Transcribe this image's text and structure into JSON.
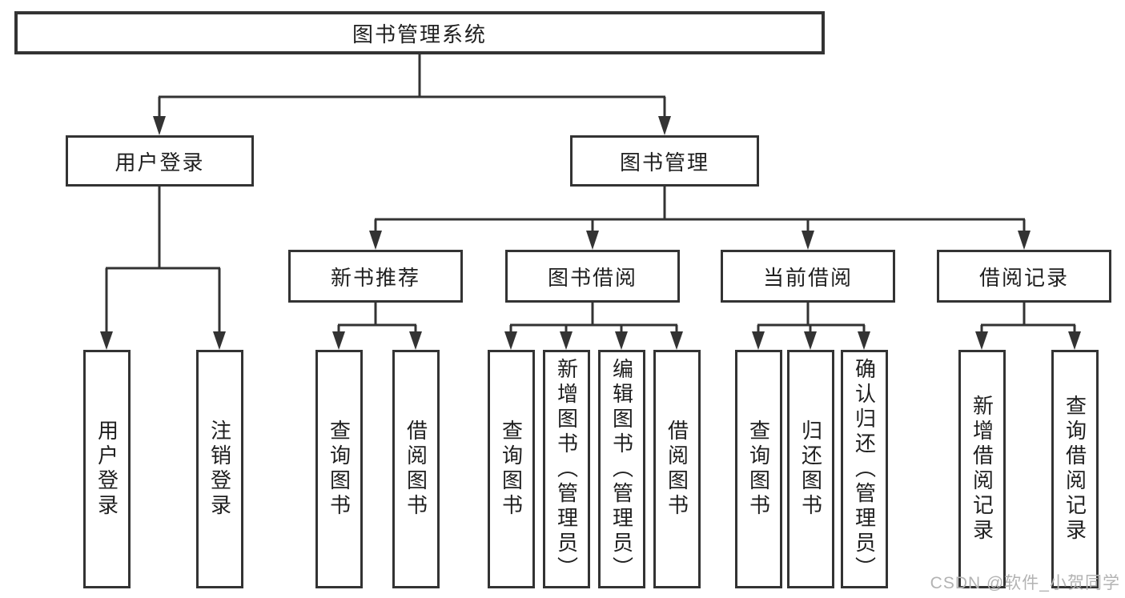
{
  "diagram": {
    "type": "hierarchy-structure-diagram",
    "tree": {
      "label": "图书管理系统",
      "children": [
        {
          "label": "用户登录",
          "children": [
            {
              "label": "用户登录"
            },
            {
              "label": "注销登录"
            }
          ]
        },
        {
          "label": "图书管理",
          "children": [
            {
              "label": "新书推荐",
              "children": [
                {
                  "label": "查询图书"
                },
                {
                  "label": "借阅图书"
                }
              ]
            },
            {
              "label": "图书借阅",
              "children": [
                {
                  "label": "查询图书"
                },
                {
                  "label": "新增图书（管理员）"
                },
                {
                  "label": "编辑图书（管理员）"
                },
                {
                  "label": "借阅图书"
                }
              ]
            },
            {
              "label": "当前借阅",
              "children": [
                {
                  "label": "查询图书"
                },
                {
                  "label": "归还图书"
                },
                {
                  "label": "确认归还（管理员）"
                }
              ]
            },
            {
              "label": "借阅记录",
              "children": [
                {
                  "label": "新增借阅记录"
                },
                {
                  "label": "查询借阅记录"
                }
              ]
            }
          ]
        }
      ]
    },
    "colors": {
      "line": "#333333",
      "box_border": "#333333",
      "box_fill": "#ffffff",
      "text": "#1f1f1f",
      "watermark_text_color": "#b3b3b3",
      "background": "#ffffff"
    }
  },
  "watermark": {
    "text": "CSDN @软件_小贺同学"
  }
}
